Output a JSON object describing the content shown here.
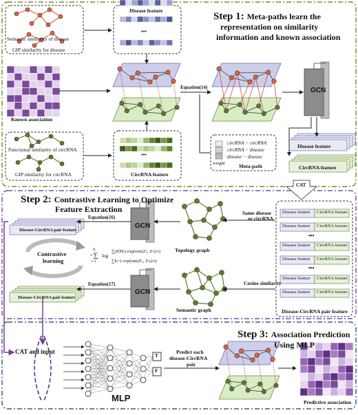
{
  "step1": {
    "title_num": "Step 1:",
    "title_rest": "Meta-paths learn the",
    "title_line2": "representation on similarity",
    "title_line3": "information and known association",
    "semantic_disease": "Semantic similarity of disease",
    "gip_disease": "GIP similarity for disease",
    "disease_feature_top": "Disease feature",
    "ellipsis": "•••",
    "known_association": "Known association",
    "equation14": "Equation(14)",
    "functional_circrna": "Functional similarity of circRNA",
    "gip_circrna": "GIP similarity for circRNA",
    "circrna_feature": "CircRNA feature",
    "metapath_1": "circRNA − circRNA",
    "metapath_2": "circRNA − disease",
    "metapath_3": "disease − disease",
    "weight": "weight",
    "metapath_label": "Meta-path",
    "gcn": "GCN",
    "disease_feature_out": "Disease feature",
    "circrna_feature_out": "CircRNA feature"
  },
  "cat_label": "CAT",
  "step2": {
    "title_num": "Step 2:",
    "title_rest": "Contrastive Learning to Optimize",
    "title_line2": "Feature Extraction",
    "pair_feature_top": "Disease-CircRNA pair feature",
    "equation16": "Equation(16)",
    "gcn_top": "GCN",
    "topology_graph": "Topology  graph",
    "same_disease_1": "Same disease",
    "same_disease_2": "or circRNA",
    "contrastive_1": "Contrastive",
    "contrastive_2": "learning",
    "loss_formula": "−∑ log Σ exp(sim(Zᵢᵗ, Zᵢˢ)/τ) / Σ exp(sim(Zᵢᵗ, Zₖˢ)/τ)",
    "loss_sum_upper": "N",
    "loss_sum_lower": "i=1",
    "loss_numer": "∑j∈P(i) exp(sim(Zᵗᵢ, Zˢⱼ)/τ)",
    "loss_denom": "∑k=1 exp(sim(Zᵗᵢ, Zˢₖ)/τ)",
    "loss_denom_upper": "N",
    "equation17": "Equation(17)",
    "gcn_bottom": "GCN",
    "cosine_similarity": "Cosine similarity",
    "semantic_graph": "Semantic  graph",
    "pair_feature_bottom": "Disease-CircRNA pair feature",
    "table_disease": "Disease feature",
    "table_circrna": "CircRNA feature",
    "table_caption": "Disease-CircRNA pair feature",
    "table_rows": 6
  },
  "step3": {
    "title_num": "Step 3:",
    "title_rest": "Association Prediction",
    "title_line2": "Using MLP",
    "cat_and_input": "CAT and input",
    "mlp": "MLP",
    "out_t": "T",
    "out_f": "F",
    "predict_1": "Predict each",
    "predict_2": "disease-CircRNA",
    "predict_3": "pair",
    "predictive_association": "Predictive association"
  },
  "colors": {
    "step1_border": "#7a8a2a",
    "step2_border": "#7a4aa8",
    "step3_border": "#3a5a8a",
    "disease_red": "#e8603c",
    "circ_green": "#5c7c2a",
    "disease_plane": "#c7c9e8",
    "circ_plane": "#d9ecc4",
    "purple_matrix": "#7b4a9c",
    "gcn_gray": "#8c8c8c",
    "arrow_purple": "#7a3a9a"
  }
}
